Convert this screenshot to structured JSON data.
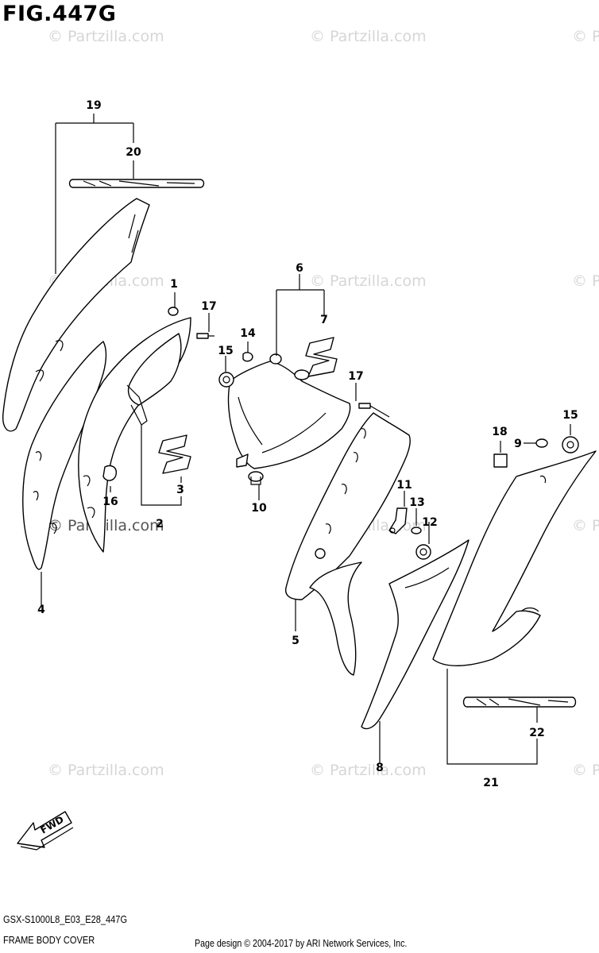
{
  "figure": {
    "title": "FIG.447G",
    "code": "GSX-S1000L8_E03_E28_447G",
    "name": "FRAME BODY COVER",
    "copyright": "Page design © 2004-2017 by ARI Network Services, Inc."
  },
  "watermark": {
    "text": "© Partzilla.com",
    "dark_text": "© Partzilla.com"
  },
  "fwd_label": "FWD",
  "callouts": {
    "c1": "1",
    "c2": "2",
    "c3": "3",
    "c4": "4",
    "c5": "5",
    "c6": "6",
    "c7": "7",
    "c8": "8",
    "c9": "9",
    "c10": "10",
    "c11": "11",
    "c12": "12",
    "c13": "13",
    "c14": "14",
    "c15a": "15",
    "c15b": "15",
    "c16": "16",
    "c17a": "17",
    "c17b": "17",
    "c18": "18",
    "c19": "19",
    "c20": "20",
    "c21": "21",
    "c22": "22"
  }
}
